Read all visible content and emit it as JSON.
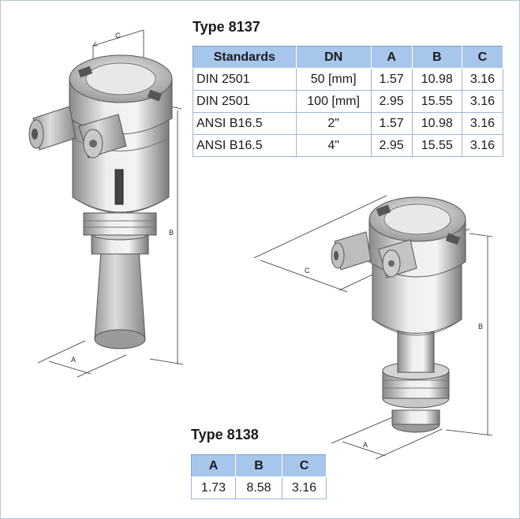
{
  "type_8137": {
    "title": "Type 8137",
    "headers": [
      "Standards",
      "DN",
      "A",
      "B",
      "C"
    ],
    "rows": [
      [
        "DIN 2501",
        "50 [mm]",
        "1.57",
        "10.98",
        "3.16"
      ],
      [
        "DIN 2501",
        "100 [mm]",
        "2.95",
        "15.55",
        "3.16"
      ],
      [
        "ANSI B16.5",
        "2\"",
        "1.57",
        "10.98",
        "3.16"
      ],
      [
        "ANSI B16.5",
        "4\"",
        "2.95",
        "15.55",
        "3.16"
      ]
    ]
  },
  "type_8138": {
    "title": "Type 8138",
    "headers": [
      "A",
      "B",
      "C"
    ],
    "rows": [
      [
        "1.73",
        "8.58",
        "3.16"
      ]
    ]
  },
  "drawing_8137": {
    "dim_a": "A",
    "dim_b": "B",
    "dim_c": "C"
  },
  "drawing_8138": {
    "dim_a": "A",
    "dim_b": "B",
    "dim_c": "C"
  }
}
